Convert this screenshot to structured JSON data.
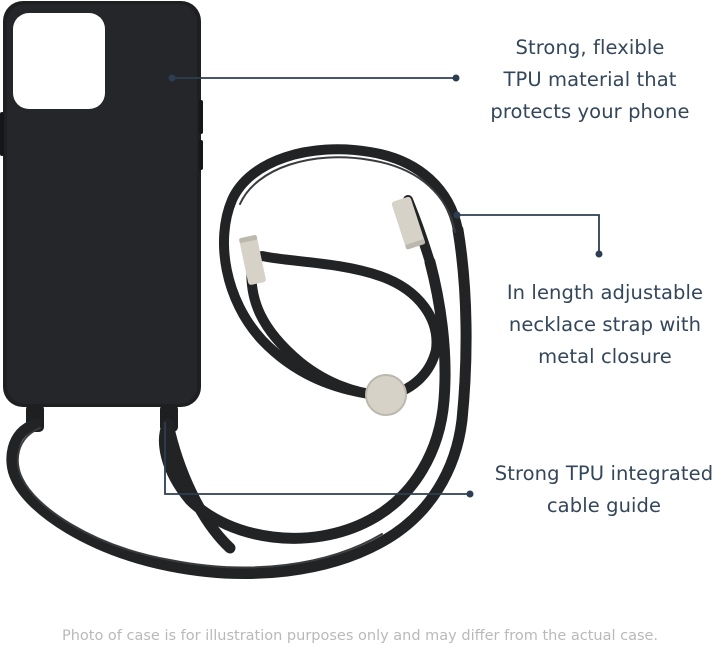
{
  "callouts": [
    {
      "lines": [
        "Strong, flexible",
        "TPU material that",
        "protects your phone"
      ]
    },
    {
      "lines": [
        "In length adjustable",
        "necklace strap with",
        "metal closure"
      ]
    },
    {
      "lines": [
        "Strong TPU integrated",
        "cable guide"
      ]
    }
  ],
  "disclaimer": "Photo of case is for illustration purposes only and may differ from the actual case.",
  "colors": {
    "case": "#1e1f21",
    "strap": "#222325",
    "closure": "#d6d2c8",
    "callout_text": "#33465a",
    "leader_line": "#2d3e52",
    "disclaimer_text": "#b9b9b9"
  }
}
